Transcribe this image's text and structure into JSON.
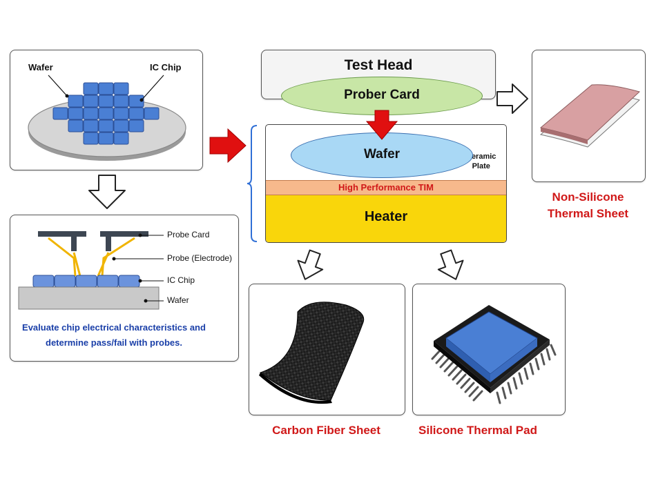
{
  "wafer_panel": {
    "wafer_label": "Wafer",
    "chip_label": "IC Chip"
  },
  "probe_panel": {
    "probe_card_label": "Probe Card",
    "probe_electrode_label": "Probe (Electrode)",
    "ic_chip_label": "IC Chip",
    "wafer_label": "Wafer",
    "caption_line1": "Evaluate chip electrical characteristics and",
    "caption_line2": "determine pass/fail with probes."
  },
  "stack": {
    "test_head": "Test Head",
    "prober_card": "Prober Card",
    "wafer": "Wafer",
    "ceramic_line1": "Ceramic",
    "ceramic_line2": "Plate",
    "tim": "High Performance TIM",
    "heater": "Heater"
  },
  "materials": {
    "non_silicone_line1": "Non-Silicone",
    "non_silicone_line2": "Thermal Sheet",
    "carbon_fiber": "Carbon Fiber Sheet",
    "silicone_pad": "Silicone Thermal Pad"
  },
  "colors": {
    "chip_blue": "#4a7fd4",
    "arrow_red": "#e01010",
    "prober_green": "#c8e6a6",
    "wafer_blue": "#a9d8f5",
    "tim_orange": "#f7b98c",
    "heater_yellow": "#f9d60b",
    "caption_red": "#d01818",
    "caption_blue": "#1a3fa8"
  }
}
